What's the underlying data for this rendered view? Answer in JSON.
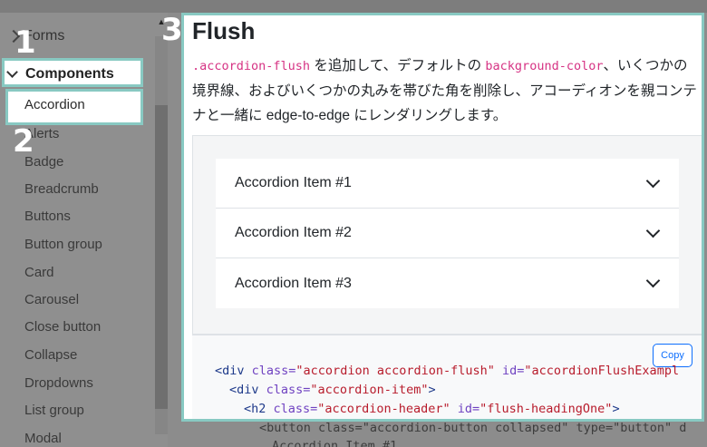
{
  "sidebar": {
    "forms_label": "Forms",
    "components_label": "Components",
    "active_item": "Accordion",
    "items": [
      "Alerts",
      "Badge",
      "Breadcrumb",
      "Buttons",
      "Button group",
      "Card",
      "Carousel",
      "Close button",
      "Collapse",
      "Dropdowns",
      "List group",
      "Modal"
    ]
  },
  "callouts": [
    "1",
    "2",
    "3"
  ],
  "panel": {
    "title": "Flush",
    "desc_code1": ".accordion-flush",
    "desc_text1": " を追加して、デフォルトの ",
    "desc_code2": "background-color",
    "desc_text2": "、いくつかの境界線、およびいくつかの丸みを帯びた角を削除し、アコーディオンを親コンテナと一緒に edge-to-edge にレンダリングします。",
    "accordion_items": [
      "Accordion Item #1",
      "Accordion Item #2",
      "Accordion Item #3"
    ],
    "copy_label": "Copy",
    "code": {
      "line1": {
        "p1": "<div ",
        "a1": "class=",
        "s1": "\"accordion accordion-flush\"",
        "a2": " id=",
        "s2": "\"accordionFlushExampl"
      },
      "line2": {
        "p1": "<div ",
        "a1": "class=",
        "s1": "\"accordion-item\"",
        "p2": ">"
      },
      "line3": {
        "p1": "<h2 ",
        "a1": "class=",
        "s1": "\"accordion-header\"",
        "a2": " id=",
        "s2": "\"flush-headingOne\"",
        "p2": ">"
      }
    }
  },
  "below": {
    "line4": "<button class=\"accordion-button collapsed\" type=\"button\" d",
    "line5": "Accordion Item #1"
  },
  "colors": {
    "highlight_border": "#88c9c2",
    "dim_overlay": "#8c8c8c"
  }
}
